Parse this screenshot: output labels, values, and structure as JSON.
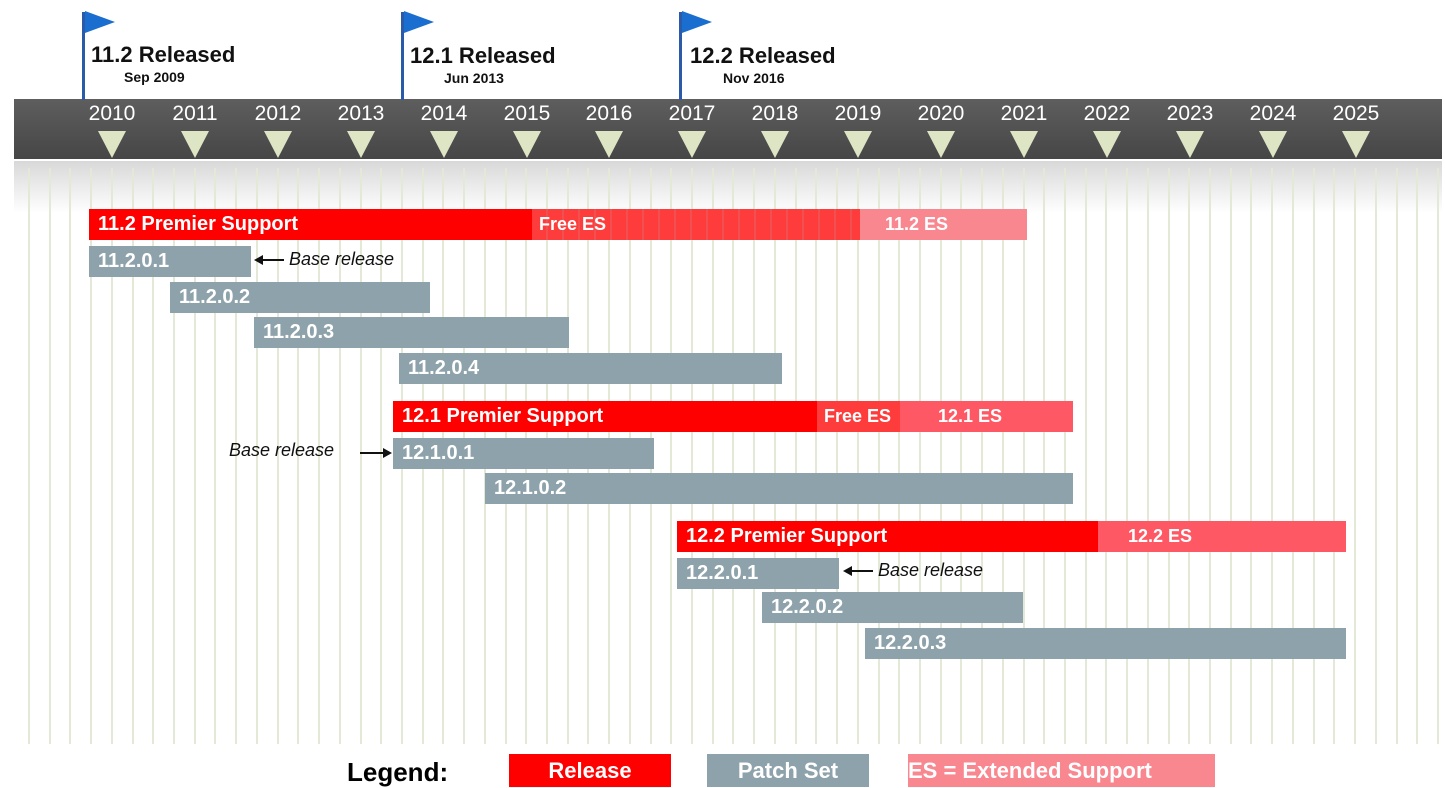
{
  "releases": [
    {
      "title": "11.2 Released",
      "date": "Sep 2009"
    },
    {
      "title": "12.1 Released",
      "date": "Jun 2013"
    },
    {
      "title": "12.2 Released",
      "date": "Nov 2016"
    }
  ],
  "years": [
    "2010",
    "2011",
    "2012",
    "2013",
    "2014",
    "2015",
    "2016",
    "2017",
    "2018",
    "2019",
    "2020",
    "2021",
    "2022",
    "2023",
    "2024",
    "2025"
  ],
  "bars": {
    "r112": {
      "premier": "11.2 Premier Support",
      "free_es": "Free ES",
      "es": "11.2 ES"
    },
    "p11201": "11.2.0.1",
    "p11202": "11.2.0.2",
    "p11203": "11.2.0.3",
    "p11204": "11.2.0.4",
    "r121": {
      "premier": "12.1 Premier Support",
      "free_es": "Free ES",
      "es": "12.1 ES"
    },
    "p12101": "12.1.0.1",
    "p12102": "12.1.0.2",
    "r122": {
      "premier": "12.2 Premier Support",
      "es": "12.2 ES"
    },
    "p12201": "12.2.0.1",
    "p12202": "12.2.0.2",
    "p12203": "12.2.0.3"
  },
  "notes": {
    "base_release": "Base release"
  },
  "legend": {
    "title": "Legend:",
    "release": "Release",
    "patch_set": "Patch Set",
    "extended": "ES = Extended Support"
  },
  "colors": {
    "release": "#ff0000",
    "patch_set": "#8da2aa",
    "extended_support": "#f98790",
    "flag": "#1a6ed0",
    "timeline": "#555555"
  }
}
